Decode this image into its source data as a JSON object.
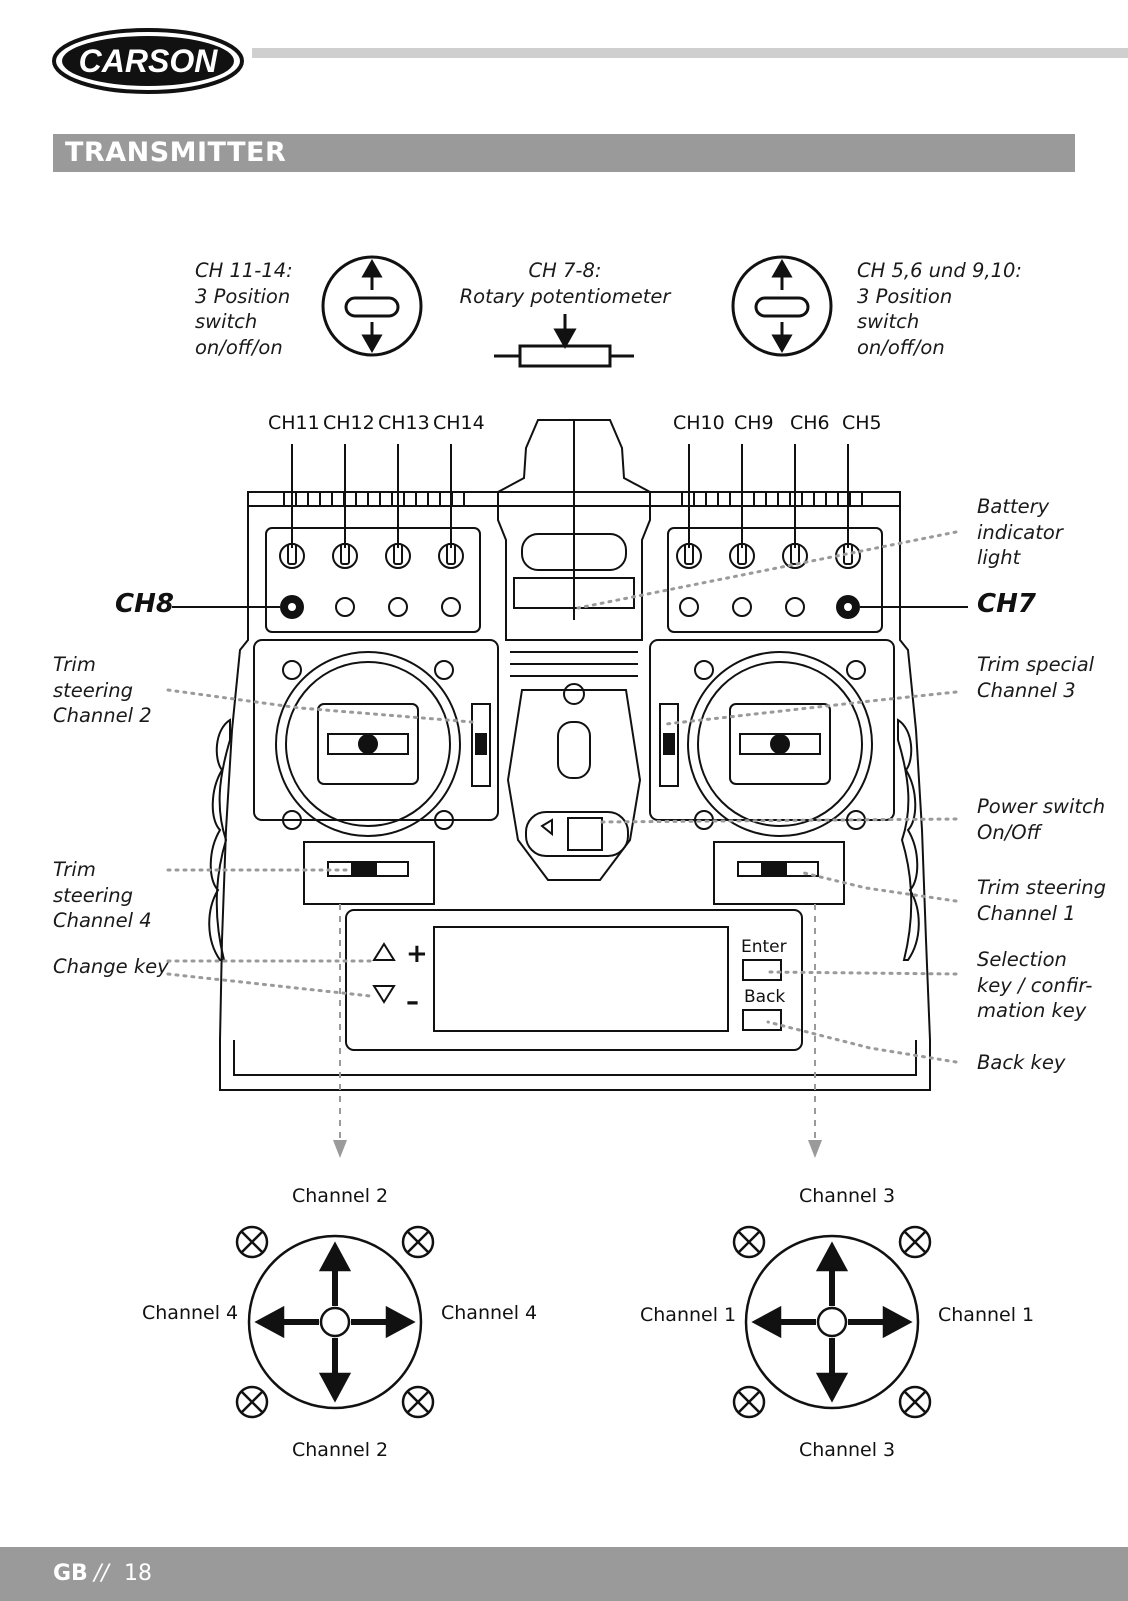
{
  "brand": {
    "logo_text": "CARSON"
  },
  "section": {
    "title": "TRANSMITTER"
  },
  "switch_legend": {
    "left": {
      "lines": [
        "CH 11-14:",
        "3 Position",
        "switch",
        "on/off/on"
      ]
    },
    "middle": {
      "lines": [
        "CH 7-8:",
        "Rotary potentiometer"
      ]
    },
    "right": {
      "lines": [
        "CH 5,6 und 9,10:",
        "3 Position",
        "switch",
        "on/off/on"
      ]
    }
  },
  "channel_labels": {
    "left_group": [
      "CH11",
      "CH12",
      "CH13",
      "CH14"
    ],
    "right_group": [
      "CH10",
      "CH9",
      "CH6",
      "CH5"
    ],
    "left_pot": "CH8",
    "right_pot": "CH7"
  },
  "callouts": {
    "battery": {
      "lines": [
        "Battery",
        "indicator",
        "light"
      ]
    },
    "trim_steering_ch2": {
      "lines": [
        "Trim",
        "steering",
        "Channel 2"
      ]
    },
    "trim_special_ch3": {
      "lines": [
        "Trim special",
        "Channel 3"
      ]
    },
    "power_switch": {
      "lines": [
        "Power switch",
        "On/Off"
      ]
    },
    "trim_steering_ch4": {
      "lines": [
        "Trim",
        "steering",
        "Channel 4"
      ]
    },
    "trim_steering_ch1": {
      "lines": [
        "Trim steering",
        "Channel 1"
      ]
    },
    "change_key": {
      "lines": [
        "Change key"
      ]
    },
    "selection_key": {
      "lines": [
        "Selection",
        "key / confir-",
        "mation key"
      ]
    },
    "back_key": {
      "lines": [
        "Back key"
      ]
    }
  },
  "keypad": {
    "plus": "+",
    "minus": "–",
    "enter": "Enter",
    "back": "Back"
  },
  "stick_diagrams": {
    "left": {
      "top": "Channel 2",
      "bottom": "Channel 2",
      "left": "Channel 4",
      "right": "Channel 4"
    },
    "right": {
      "top": "Channel 3",
      "bottom": "Channel 3",
      "left": "Channel 1",
      "right": "Channel 1"
    }
  },
  "footer": {
    "lang": "GB",
    "sep": "//",
    "page": "18"
  }
}
